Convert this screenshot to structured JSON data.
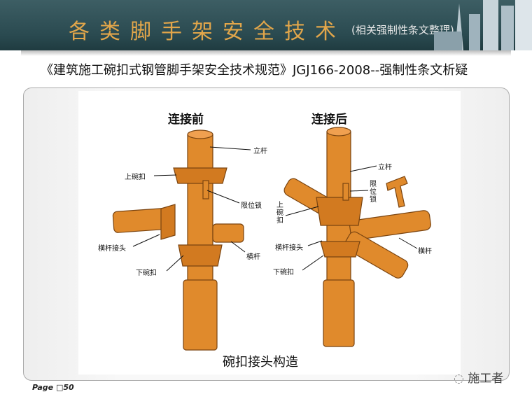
{
  "header": {
    "title": "各类脚手架安全技术",
    "subtitle": "(相关强制性条文整理)"
  },
  "slide_subtitle": "《建筑施工碗扣式钢管脚手架安全技术规范》JGJ166-2008--强制性条文析疑",
  "figure": {
    "before": {
      "heading": "连接前",
      "labels": {
        "pole": "立杆",
        "upper_bowl": "上碗扣",
        "lock": "限位锁",
        "joint": "横杆接头",
        "bar": "横杆",
        "lower_bowl": "下碗扣"
      }
    },
    "after": {
      "heading": "连接后",
      "labels": {
        "pole": "立杆",
        "lock": "限位锁",
        "upper_bowl": "上碗扣",
        "joint": "横杆接头",
        "bar": "横杆",
        "lower_bowl": "下碗扣"
      }
    },
    "caption": "碗扣接头构造"
  },
  "footer": {
    "page": "Page □50",
    "watermark": "施工者"
  },
  "colors": {
    "pipe": "#e08a2c",
    "banner": "#2f4f55",
    "title": "#e2a64a"
  }
}
